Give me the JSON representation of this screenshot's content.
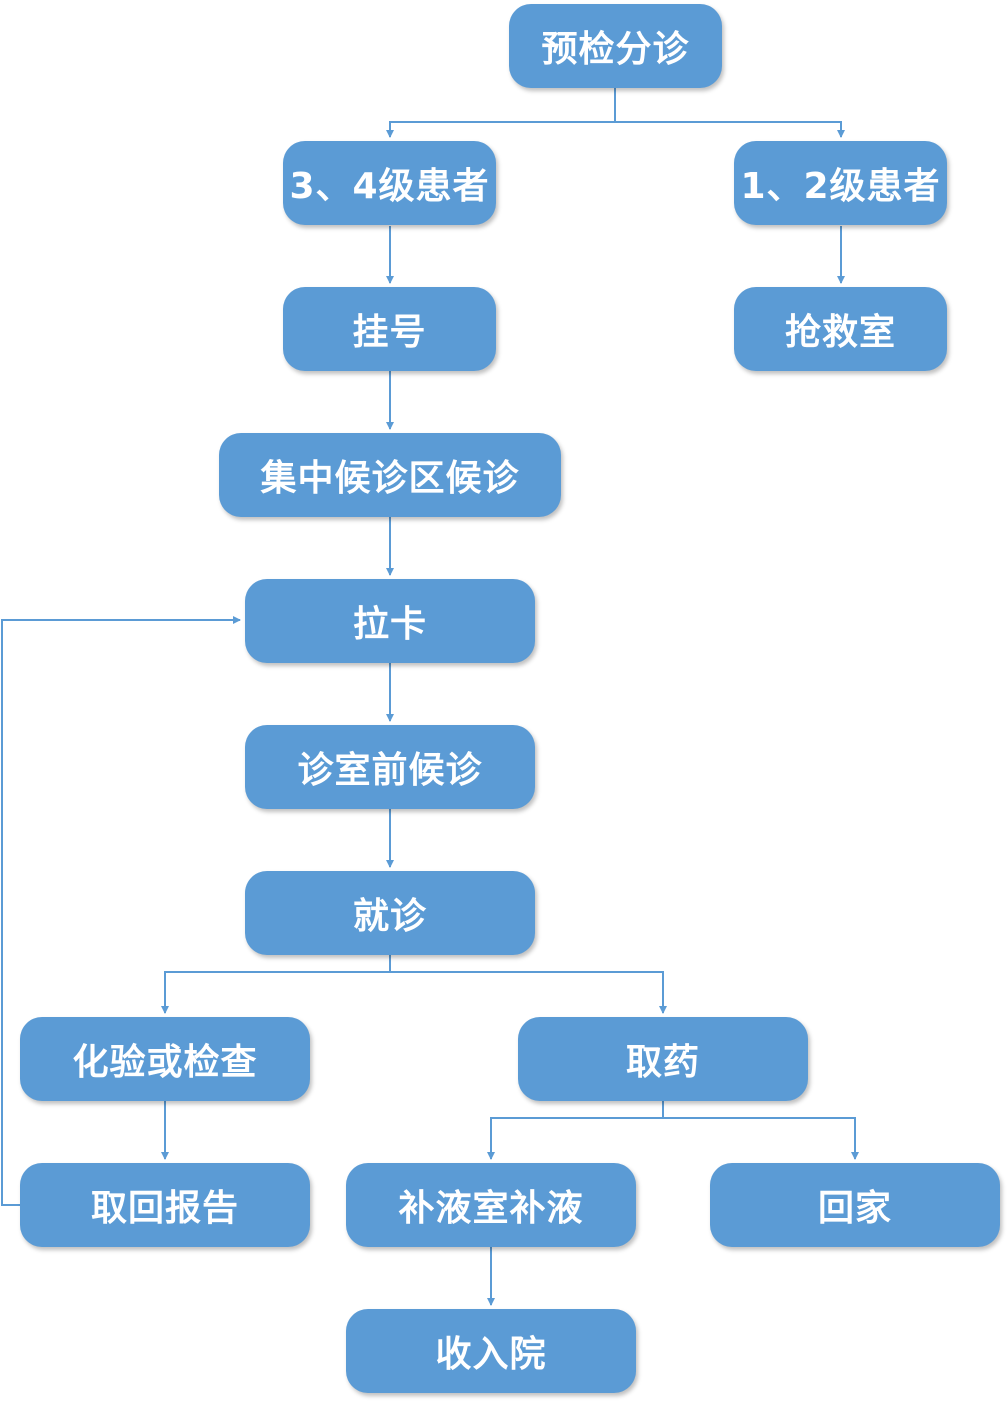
{
  "colors": {
    "node_fill": "#5b9bd5",
    "connector": "#5b9bd5",
    "text": "#ffffff"
  },
  "nodes": {
    "triage": "预检分诊",
    "level34": "3、4级患者",
    "level12": "1、2级患者",
    "register": "挂号",
    "rescue": "抢救室",
    "waiting_area": "集中候诊区候诊",
    "card": "拉卡",
    "room_wait": "诊室前候诊",
    "consult": "就诊",
    "lab": "化验或检查",
    "medicine": "取药",
    "report": "取回报告",
    "infusion": "补液室补液",
    "home": "回家",
    "admit": "收入院"
  }
}
